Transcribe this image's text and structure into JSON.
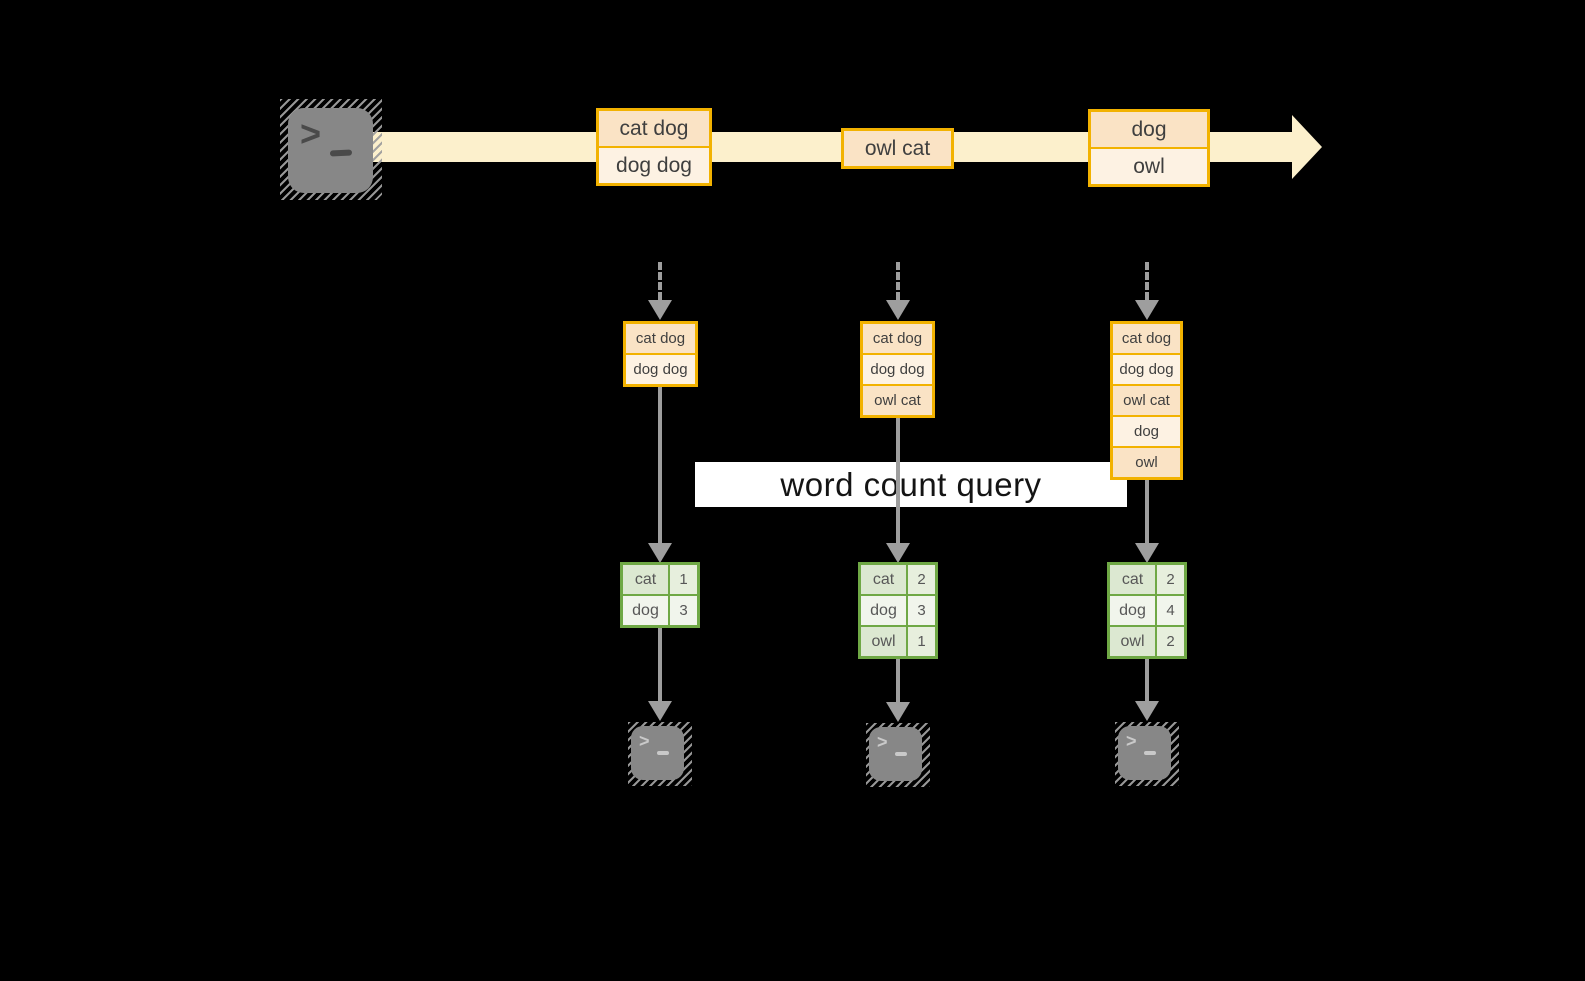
{
  "banner": {
    "label": "word count query"
  },
  "icons": {
    "prompt_glyph": ">",
    "source": "terminal-prompt-icon",
    "stream": "right-arrow-band",
    "flow": "down-arrow"
  },
  "colors": {
    "background": "#000000",
    "stream_band": "#FCF0CC",
    "record_border": "#F2B200",
    "record_fill": "#FAE3C5",
    "record_fill_light": "#FDF2E3",
    "table_border": "#6FA845",
    "table_fill": "#DCE8D1",
    "table_fill_light": "#F1F5EC",
    "arrow": "#9E9E9E",
    "terminal": "#878787",
    "banner_bg": "#FFFFFF"
  },
  "stream": {
    "batches": [
      {
        "lines": [
          "cat dog",
          "dog dog"
        ]
      },
      {
        "lines": [
          "owl cat"
        ]
      },
      {
        "lines": [
          "dog",
          "owl"
        ]
      }
    ]
  },
  "columns": [
    {
      "state": [
        "cat dog",
        "dog dog"
      ],
      "counts": [
        {
          "word": "cat",
          "count": "1"
        },
        {
          "word": "dog",
          "count": "3"
        }
      ]
    },
    {
      "state": [
        "cat dog",
        "dog dog",
        "owl cat"
      ],
      "counts": [
        {
          "word": "cat",
          "count": "2"
        },
        {
          "word": "dog",
          "count": "3"
        },
        {
          "word": "owl",
          "count": "1"
        }
      ]
    },
    {
      "state": [
        "cat dog",
        "dog dog",
        "owl cat",
        "dog",
        "owl"
      ],
      "counts": [
        {
          "word": "cat",
          "count": "2"
        },
        {
          "word": "dog",
          "count": "4"
        },
        {
          "word": "owl",
          "count": "2"
        }
      ]
    }
  ]
}
